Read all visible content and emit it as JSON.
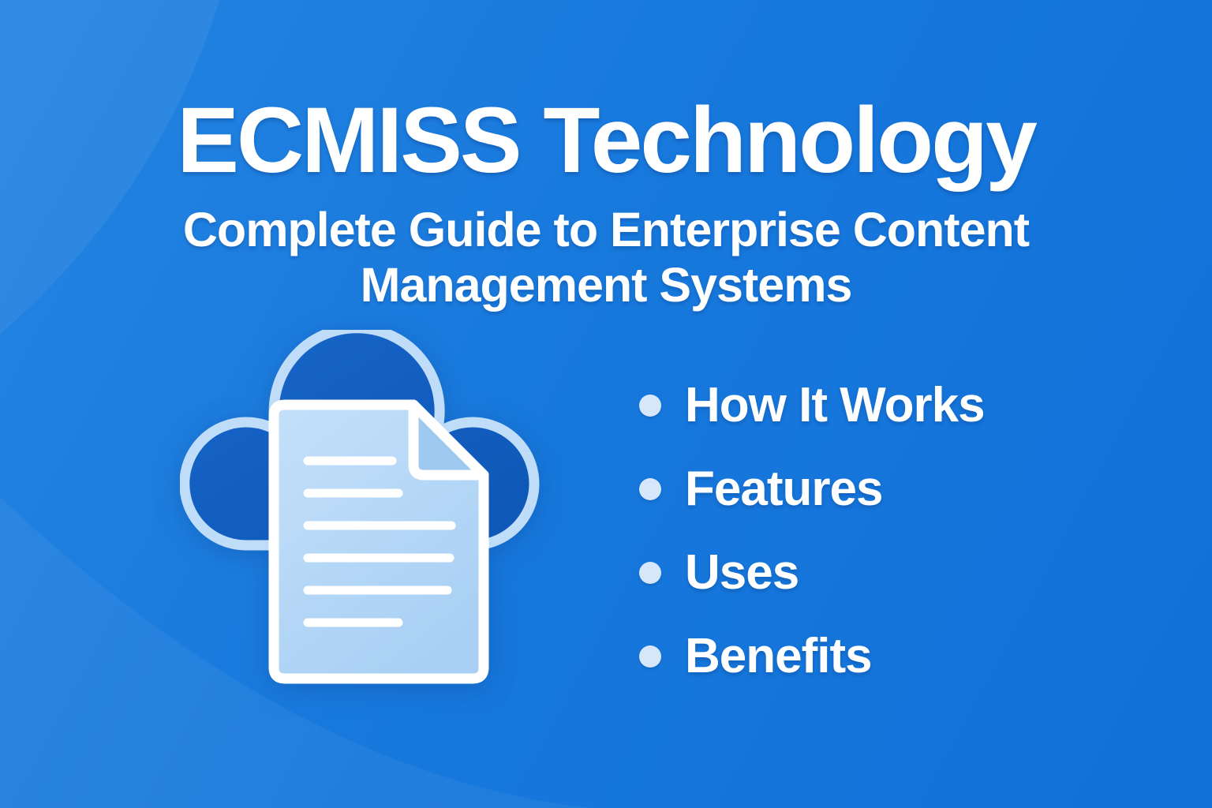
{
  "page": {
    "title": "ECMISS Technology",
    "subtitle": "Complete Guide to Enterprise Content\nManagement Systems"
  },
  "bullet_list": {
    "items": [
      {
        "label": "How It Works"
      },
      {
        "label": "Features"
      },
      {
        "label": "Uses"
      },
      {
        "label": "Benefits"
      }
    ]
  },
  "illustration": {
    "name": "cloud-document-icon",
    "colors": {
      "cloud_fill_top": "#1866CA",
      "cloud_fill_bottom": "#0D56B5",
      "cloud_outline": "#BFDCF9",
      "document_fill_top": "#C4E0FA",
      "document_fill_bottom": "#A9D0F4",
      "document_outline": "#FFFFFF",
      "fold_fill": "#A0C9F0",
      "text_line": "#FFFFFF"
    }
  },
  "theme": {
    "background_light": "#2484E2",
    "background_dark": "#1170D8",
    "accent_overlay": "rgba(255,255,255,0.055)",
    "text_color": "#FFFFFF",
    "bullet_dot_color": "#D7E7FB"
  }
}
